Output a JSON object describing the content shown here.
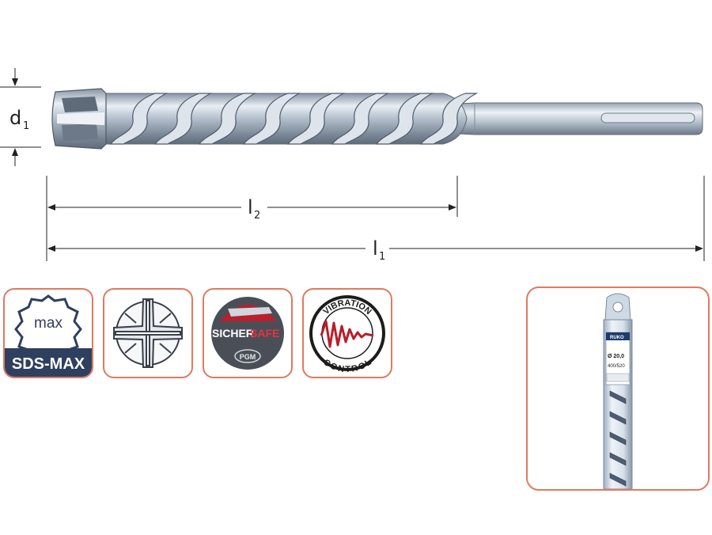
{
  "dimensions": {
    "d": "d",
    "d_sub": "1",
    "l2": "l",
    "l2_sub": "2",
    "l1": "l",
    "l1_sub": "1"
  },
  "badges": {
    "sds_max": {
      "inner": "max",
      "label": "SDS-MAX"
    },
    "cross_head": {
      "icon": "four-cutter-head-icon"
    },
    "sichersafe": {
      "left": "SICHER",
      "right": "SAFE",
      "sub": "PGM"
    },
    "vibration": {
      "top": "VIBRATION",
      "bottom": "CONTROL"
    }
  },
  "packaging": {
    "brand": "RUKO",
    "size": "Ø 20,0",
    "lengths": "400/520"
  },
  "colors": {
    "accent_border": "#e07a5f",
    "sds_band": "#2f3f5f",
    "vibration_red": "#b81e2a",
    "steel": "#b9c6d3"
  }
}
